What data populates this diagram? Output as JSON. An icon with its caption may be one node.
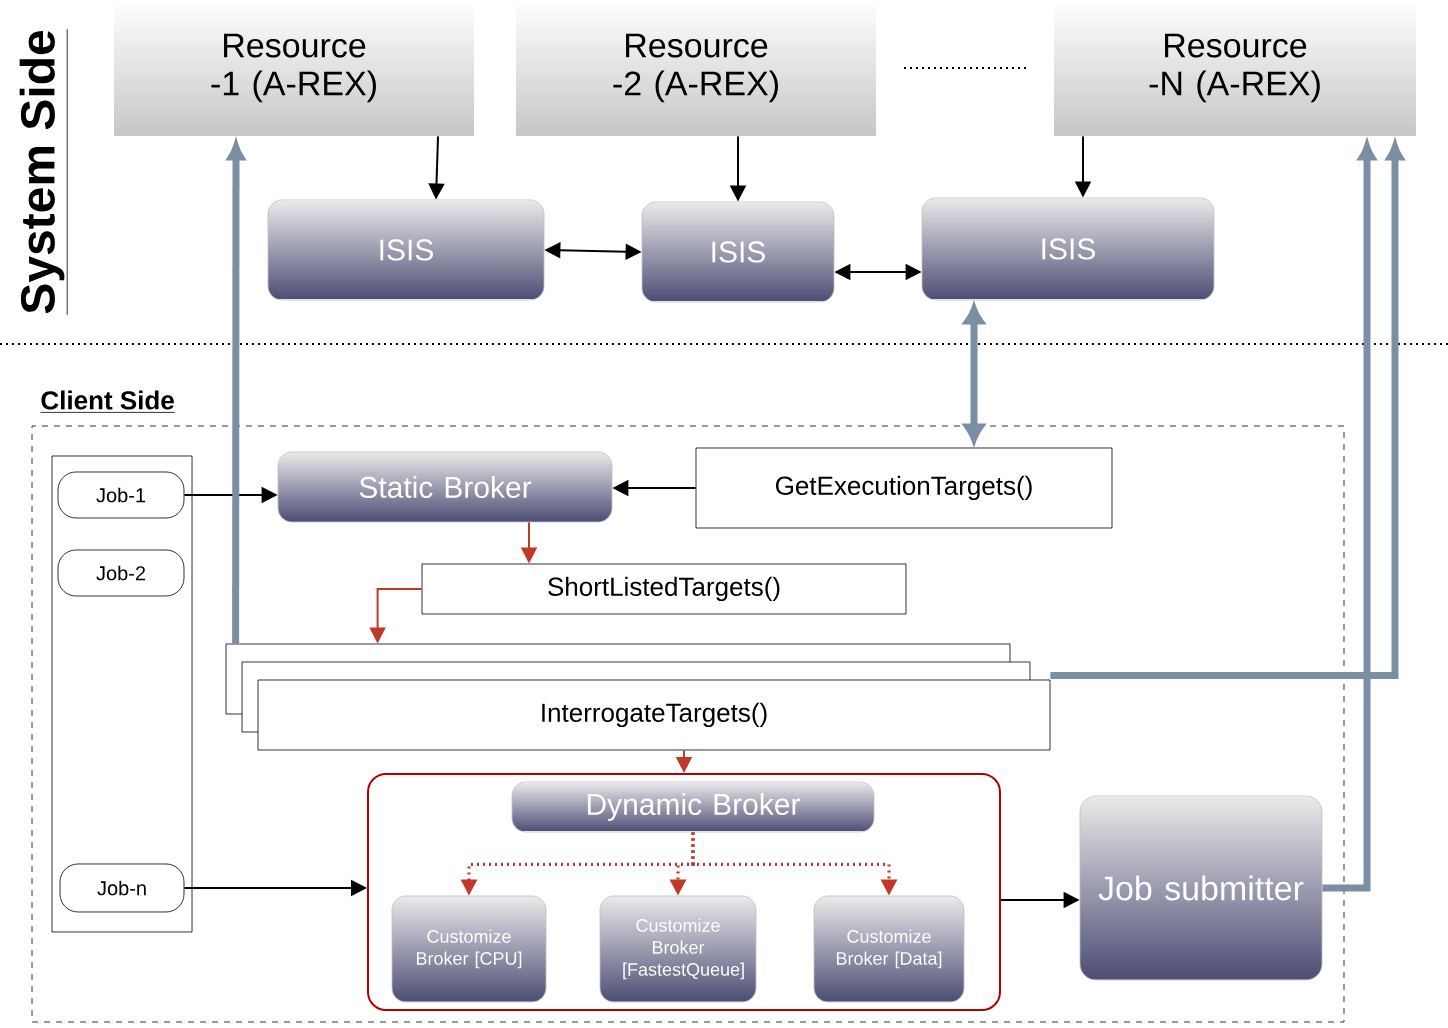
{
  "diagram": {
    "nodes": [
      {
        "text": [
          "Resource -1 (A-REX)"
        ]
      },
      {
        "text": [
          "Resource -2 (A-REX)"
        ]
      },
      {
        "text": [
          "Resource -N (A-REX)"
        ]
      },
      {
        "text": [
          "ISIS"
        ]
      },
      {
        "text": [
          "ISIS"
        ]
      },
      {
        "text": [
          "ISIS"
        ]
      },
      {
        "text": [
          "Client Side"
        ]
      },
      {
        "text": [],
        "shape": "box",
        "in": 6
      },
      {
        "text": [
          "Job-1"
        ],
        "in": 7
      },
      {
        "text": [
          "Job-2"
        ],
        "in": 7
      },
      {
        "text": [
          "Job-n"
        ],
        "in": 7
      },
      {
        "text": [
          "Static Broker"
        ],
        "in": 6
      },
      {
        "text": [
          "GetExecutionTargets()"
        ],
        "in": 6
      },
      {
        "text": [
          "ShortListedTargets()"
        ],
        "in": 6
      },
      {
        "text": [
          "InterrogateTargets()"
        ],
        "in": 6
      },
      {
        "text": [],
        "shape": "box",
        "in": 6
      },
      {
        "text": [
          "Dynamic Broker"
        ],
        "in": 15
      },
      {
        "text": [
          "Customize Broker [CPU]"
        ],
        "in": 15
      },
      {
        "text": [
          "Customize Broker [FastestQueue]"
        ],
        "in": 15
      },
      {
        "text": [
          "Customize Broker [Data]"
        ],
        "in": 15
      },
      {
        "text": [
          "Job submitter"
        ],
        "in": 6
      }
    ],
    "edges": [
      {
        "from": 0,
        "to": 3,
        "arrow": "to"
      },
      {
        "from": 1,
        "to": 4,
        "arrow": "to"
      },
      {
        "from": 2,
        "to": 5,
        "arrow": "to"
      },
      {
        "from": 3,
        "to": 4,
        "arrow": "both"
      },
      {
        "from": 4,
        "to": 5,
        "arrow": "both"
      },
      {
        "from": 12,
        "to": 5,
        "arrow": "both",
        "style": "thick",
        "color": "#7b8ea3"
      },
      {
        "from": 8,
        "to": 11,
        "arrow": "to"
      },
      {
        "from": 12,
        "to": 11,
        "arrow": "to"
      },
      {
        "from": 11,
        "to": 13,
        "arrow": "to",
        "color": "#c0392b"
      },
      {
        "from": 13,
        "to": 14,
        "arrow": "to",
        "color": "#c0392b"
      },
      {
        "from": 14,
        "to": 15,
        "arrow": "to",
        "color": "#c0392b"
      },
      {
        "from": 16,
        "to": 17,
        "arrow": "to",
        "style": "dashed",
        "color": "#c0392b"
      },
      {
        "from": 16,
        "to": 18,
        "arrow": "to",
        "style": "dashed",
        "color": "#c0392b"
      },
      {
        "from": 16,
        "to": 19,
        "arrow": "to",
        "style": "dashed",
        "color": "#c0392b"
      },
      {
        "from": 10,
        "to": 15,
        "arrow": "to"
      },
      {
        "from": 15,
        "to": 20,
        "arrow": "to"
      },
      {
        "from": 14,
        "to": 0,
        "arrow": "to",
        "style": "thick",
        "color": "#7b8ea3"
      },
      {
        "from": 14,
        "to": 2,
        "arrow": "to",
        "style": "thick",
        "color": "#7b8ea3"
      },
      {
        "from": 20,
        "to": 2,
        "arrow": "to",
        "style": "thick",
        "color": "#7b8ea3"
      }
    ],
    "labels": [
      "System Side"
    ]
  }
}
